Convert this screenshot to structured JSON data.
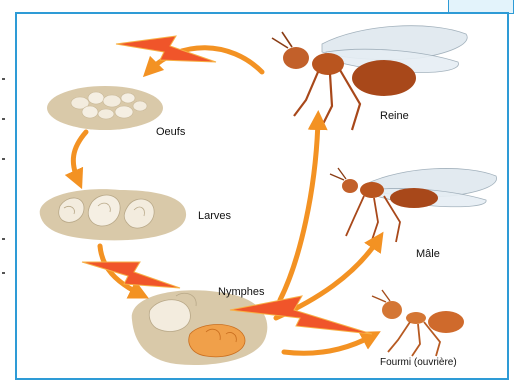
{
  "stages": {
    "eggs": "Oeufs",
    "larvae": "Larves",
    "nymphs": "Nymphes",
    "queen": "Reine",
    "male": "Mâle",
    "worker": "Fourmi (ouvrière)"
  },
  "colors": {
    "frame": "#2e9bd6",
    "arrow": "#f39223",
    "lightning": "#f0552a",
    "ground": "#d9c9a9",
    "ant": "#b9551f",
    "worker_ant": "#cf6a2c"
  }
}
